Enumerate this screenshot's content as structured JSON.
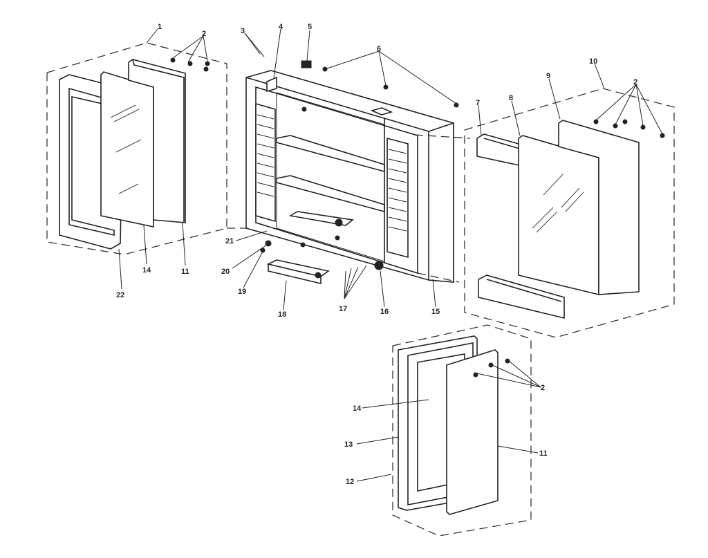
{
  "diagram": {
    "callouts": {
      "c1": "1",
      "c2a": "2",
      "c2b": "2",
      "c2c": "2",
      "c3": "3",
      "c4": "4",
      "c5": "5",
      "c6": "6",
      "c7": "7",
      "c8": "8",
      "c9": "9",
      "c10": "10",
      "c11a": "11",
      "c11b": "11",
      "c12": "12",
      "c13": "13",
      "c14a": "14",
      "c14b": "14",
      "c15": "15",
      "c16": "16",
      "c17": "17",
      "c18": "18",
      "c19": "19",
      "c20": "20",
      "c21": "21",
      "c22": "22"
    }
  }
}
